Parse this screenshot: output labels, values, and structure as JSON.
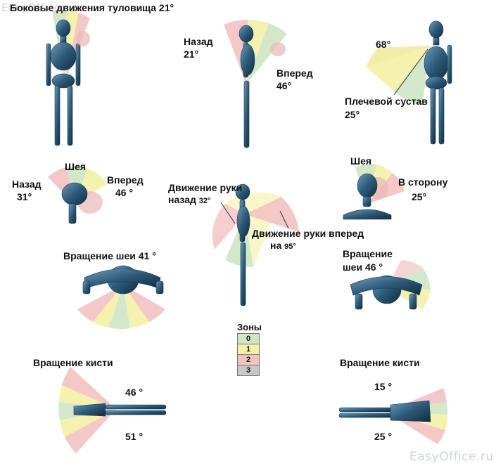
{
  "watermark_top": "EasyOffice.ru",
  "watermark_bottom": "EasyOffice.ru",
  "colors": {
    "zone0": "#cfe6c3",
    "zone1": "#f4f1a6",
    "zone2": "#f3c2c2",
    "zone3": "#c8c8c8",
    "bone": "#2d5a78"
  },
  "labels": {
    "trunk_lateral": "Боковые движения туловища 21°",
    "trunk_back": "Назад",
    "trunk_back_val": "21°",
    "trunk_forward": "Вперед",
    "trunk_forward_val": "46°",
    "shoulder_val_top": "68°",
    "shoulder_joint": "Плечевой сустав",
    "shoulder_val_bottom": "25°",
    "neck_title_left": "Шея",
    "neck_back": "Назад",
    "neck_back_val": "31°",
    "neck_forward": "Вперед",
    "neck_forward_val": "46 °",
    "arm_back_1": "Движение руки",
    "arm_back_2": "назад",
    "arm_back_val": "32°",
    "arm_forward_1": "Движение руки вперед",
    "arm_forward_2": "на",
    "arm_forward_val": "95°",
    "neck_title_right": "Шея",
    "neck_side": "В сторону",
    "neck_side_val": "25°",
    "neck_rot_left": "Вращение шеи 41 °",
    "neck_rot_right_1": "Вращение",
    "neck_rot_right_2": "шеи 46 °",
    "wrist_left": "Вращение кисти",
    "wrist_left_top": "46 °",
    "wrist_left_bottom": "51 °",
    "wrist_right": "Вращение кисти",
    "wrist_right_top": "15 °",
    "wrist_right_bottom": "25 °"
  },
  "legend": {
    "title": "Зоны",
    "zones": [
      "0",
      "1",
      "2",
      "3"
    ]
  }
}
